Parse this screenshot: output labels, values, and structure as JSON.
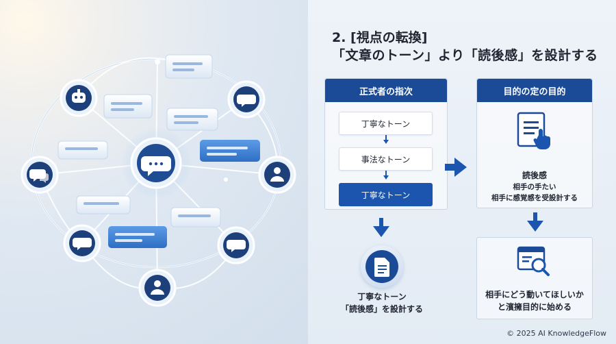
{
  "title": {
    "line1": "2. [視点の転換]",
    "line2": "「文章のトーン」より「読後感」を設計する"
  },
  "left_panel": {
    "header": "正式者の指次",
    "steps": [
      "丁寧なトーン",
      "事法なトーン",
      "丁寧なトーン"
    ],
    "result_line1": "丁寧なトーン",
    "result_line2": "「読後感」を設計する"
  },
  "right_panel": {
    "header": "目的の定の目的",
    "main_label": "読後感",
    "sub_line1": "相手の手たい",
    "sub_line2": "相手に感覚感を受設計する",
    "result_line1": "相手にどう動いてほしいか",
    "result_line2": "と濱擁目的に始める"
  },
  "footer": "© 2025 AI KnowledgeFlow",
  "icons": {
    "document": "document-icon",
    "document_touch": "document-touch-icon",
    "magnifier_window": "magnifier-window-icon",
    "chat_hub": "chat-bubble-icon",
    "robot": "robot-icon",
    "person": "person-icon"
  },
  "colors": {
    "primary": "#1b4a96",
    "accent": "#1b55ad",
    "node": "#1d3f7a"
  }
}
